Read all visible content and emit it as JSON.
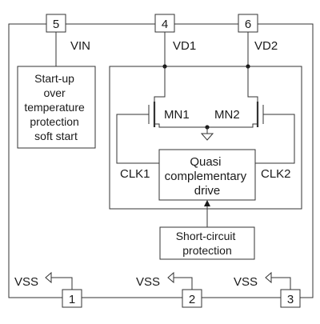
{
  "pins": {
    "p5": "5",
    "p4": "4",
    "p6": "6",
    "p1": "1",
    "p2": "2",
    "p3": "3"
  },
  "nets": {
    "vin": "VIN",
    "vd1": "VD1",
    "vd2": "VD2",
    "vss_left": "VSS",
    "vss_mid": "VSS",
    "vss_right": "VSS",
    "clk1": "CLK1",
    "clk2": "CLK2"
  },
  "transistors": {
    "mn1": "MN1",
    "mn2": "MN2"
  },
  "blocks": {
    "startup": [
      "Start-up",
      "over",
      "temperature",
      "protection",
      "soft start"
    ],
    "drive": [
      "Quasi",
      "complementary",
      "drive"
    ],
    "short_circuit": [
      "Short-circuit",
      "protection"
    ]
  },
  "colors": {
    "line": "#333333",
    "text": "#1a1a1a",
    "background": "#ffffff"
  }
}
